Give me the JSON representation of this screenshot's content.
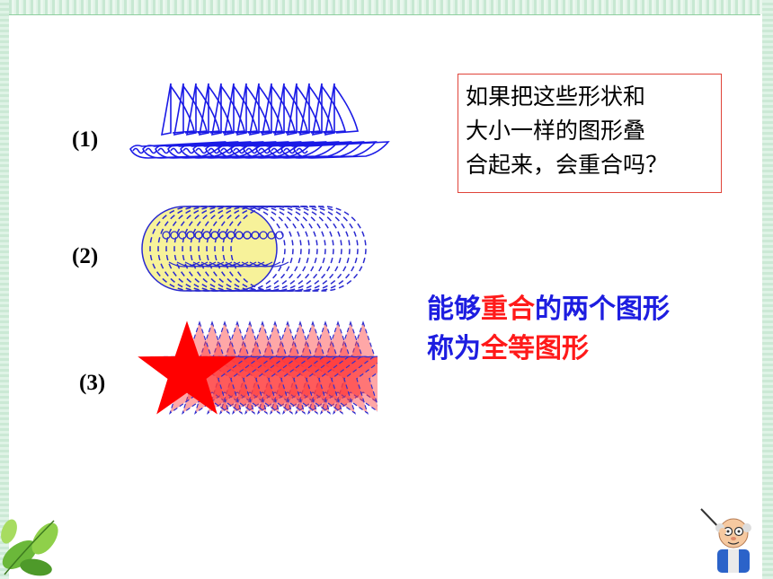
{
  "labels": {
    "item1": "(1)",
    "item2": "(2)",
    "item3": "(3)"
  },
  "question": {
    "line1": "如果把这些形状和",
    "line2": "大小一样的图形叠",
    "line3": "合起来，会重合吗？"
  },
  "definition": {
    "part1": "能够",
    "highlight1": "重合",
    "part2": "的两个图形",
    "part3": "称为",
    "highlight2": "全等图形"
  },
  "icons": {
    "ship": "sailboat-outline-icon",
    "capsule": "smiley-capsule-icon",
    "star": "star-icon",
    "leaves": "leaves-decoration-icon",
    "teacher": "cartoon-teacher-icon"
  },
  "colors": {
    "text_blue": "#1d1de0",
    "text_red": "#ff1a1a",
    "box_border": "#e0443a",
    "ship_stroke": "#1a1ae6",
    "capsule_fill": "#f7f29a",
    "star_fill": "#ff0000"
  }
}
